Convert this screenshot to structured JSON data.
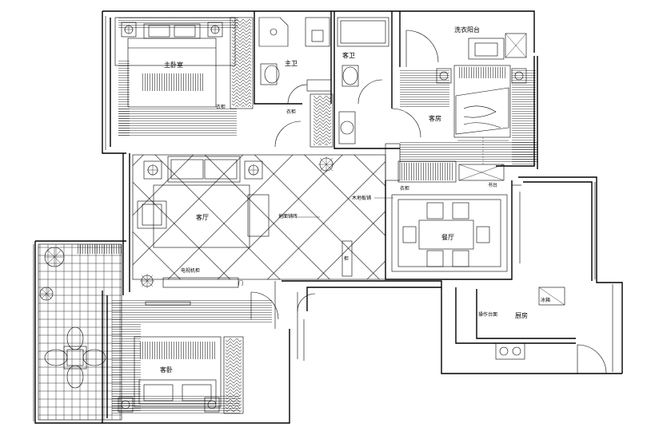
{
  "rooms": {
    "master_bedroom": "主卧室",
    "master_bath": "主卫",
    "guest_bath": "客卫",
    "laundry_balcony": "洗衣阳台",
    "guest_room": "客房",
    "living_room": "客厅",
    "dining_room": "餐厅",
    "kitchen": "厨房",
    "bedroom": "客卧"
  },
  "annotations": {
    "wardrobe_master": "衣柜",
    "wardrobe_corridor": "衣柜",
    "wardrobe_guest": "衣柜",
    "study_desk": "书台",
    "floor_tile": "地面铺砖",
    "floor_wood": "木地板铺",
    "tv_cabinet": "电视机柜",
    "door_small": "门",
    "cabinet": "柜",
    "kitchen_counter": "操作台面",
    "fridge": "冰箱"
  }
}
